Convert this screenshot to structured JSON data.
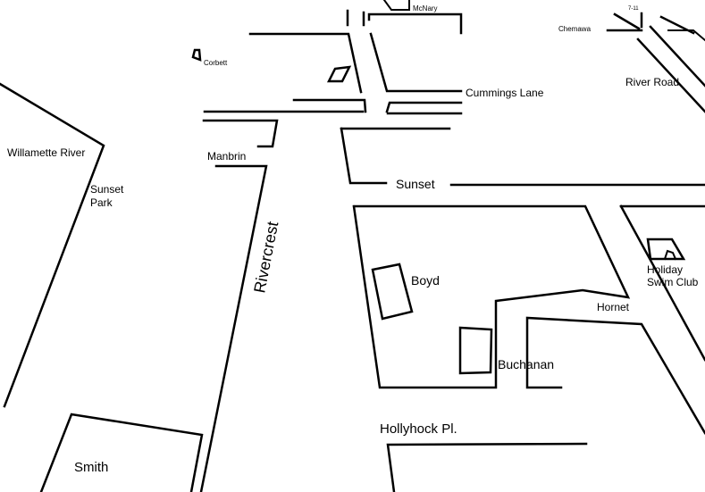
{
  "labels": {
    "mcnary": "McNary",
    "seven_eleven": "7-11",
    "chemawa": "Chemawa",
    "corbett": "Corbett",
    "cummings_lane": "Cummings Lane",
    "river_road": "River Road",
    "willamette_river": "Willamette River",
    "manbrin": "Manbrin",
    "sunset": "Sunset",
    "sunset_park_line1": "Sunset",
    "sunset_park_line2": "Park",
    "rivercrest": "Rivercrest",
    "boyd": "Boyd",
    "holiday_line1": "Holiday",
    "holiday_line2": "Swim Club",
    "hornet": "Hornet",
    "buchanan": "Buchanan",
    "hollyhock": "Hollyhock Pl.",
    "smith": "Smith"
  },
  "colors": {
    "background": "#ffffff",
    "ink": "#000000"
  }
}
